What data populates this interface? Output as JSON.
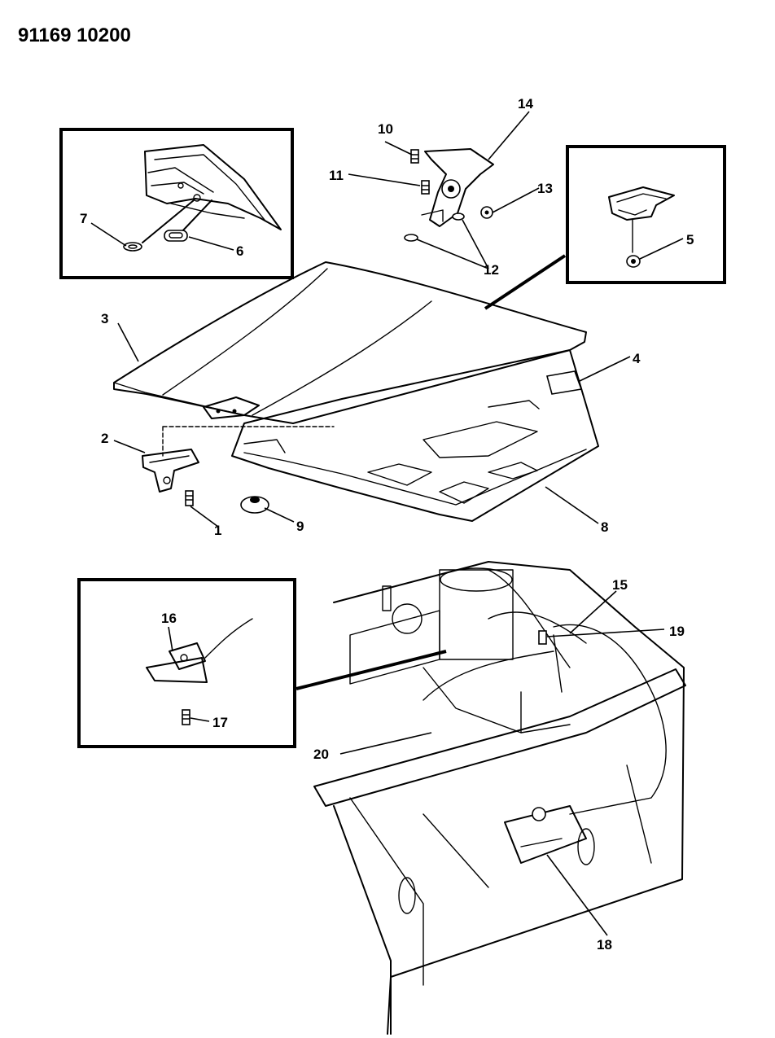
{
  "header": {
    "code": "91169 10200"
  },
  "callouts": [
    {
      "id": "c1",
      "label": "1"
    },
    {
      "id": "c2",
      "label": "2"
    },
    {
      "id": "c3",
      "label": "3"
    },
    {
      "id": "c4",
      "label": "4"
    },
    {
      "id": "c5",
      "label": "5"
    },
    {
      "id": "c6",
      "label": "6"
    },
    {
      "id": "c7",
      "label": "7"
    },
    {
      "id": "c8",
      "label": "8"
    },
    {
      "id": "c9",
      "label": "9"
    },
    {
      "id": "c10",
      "label": "10"
    },
    {
      "id": "c11",
      "label": "11"
    },
    {
      "id": "c12",
      "label": "12"
    },
    {
      "id": "c13",
      "label": "13"
    },
    {
      "id": "c14",
      "label": "14"
    },
    {
      "id": "c15",
      "label": "15"
    },
    {
      "id": "c16",
      "label": "16"
    },
    {
      "id": "c17",
      "label": "17"
    },
    {
      "id": "c18",
      "label": "18"
    },
    {
      "id": "c19",
      "label": "19"
    },
    {
      "id": "c20",
      "label": "20"
    }
  ]
}
